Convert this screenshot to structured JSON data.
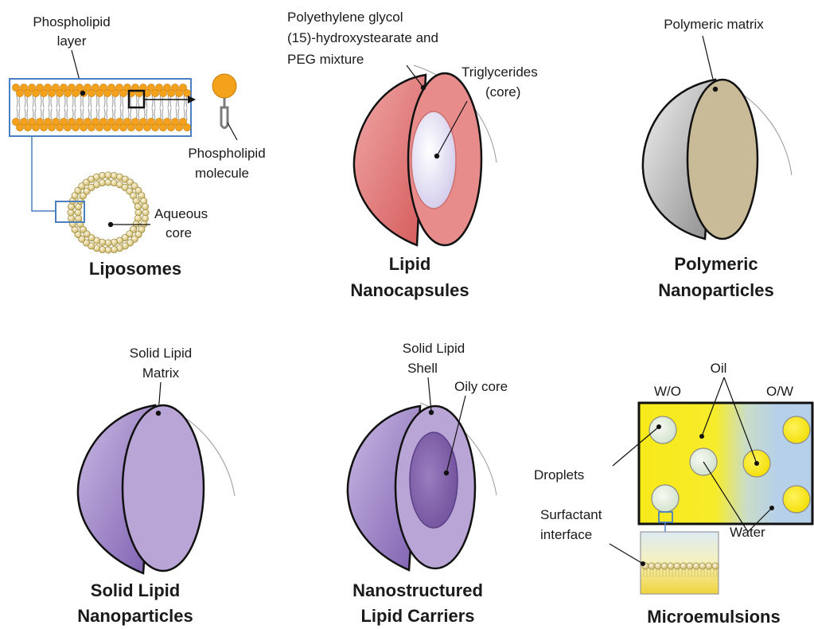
{
  "colors": {
    "phospholipid_head": "#f4a21c",
    "liposome_frame": "#4a7fc1",
    "nanocapsule_shell": "#e88b8b",
    "nanocapsule_core": "#e2def2",
    "polymeric_matrix": "#c9bb98",
    "solid_lipid": "#b9a6d6",
    "oily_core": "#8262a8",
    "oil_yellow": "#f7e91a",
    "water_blue": "#b8d2ea",
    "droplet_light": "#e6efe2"
  },
  "liposomes": {
    "title": "Liposomes",
    "layer_label": [
      "Phospholipid",
      "layer"
    ],
    "molecule_label": [
      "Phospholipid",
      "molecule"
    ],
    "core_label": [
      "Aqueous",
      "core"
    ]
  },
  "nanocapsules": {
    "title": [
      "Lipid",
      "Nanocapsules"
    ],
    "shell_label": [
      "Polyethylene glycol",
      "(15)-hydroxystearate and",
      "PEG mixture"
    ],
    "core_label": [
      "Triglycerides",
      "(core)"
    ]
  },
  "polymeric": {
    "title": [
      "Polymeric",
      "Nanoparticles"
    ],
    "matrix_label": "Polymeric matrix"
  },
  "sln": {
    "title": [
      "Solid Lipid",
      "Nanoparticles"
    ],
    "matrix_label": [
      "Solid Lipid",
      "Matrix"
    ]
  },
  "nlc": {
    "title": [
      "Nanostructured",
      "Lipid Carriers"
    ],
    "shell_label": [
      "Solid Lipid",
      "Shell"
    ],
    "core_label": "Oily core"
  },
  "microemulsions": {
    "title": "Microemulsions",
    "oil_label": "Oil",
    "wo_label": "W/O",
    "ow_label": "O/W",
    "droplets_label": "Droplets",
    "surfactant_label": [
      "Surfactant",
      "interface"
    ],
    "water_label": "Water"
  }
}
